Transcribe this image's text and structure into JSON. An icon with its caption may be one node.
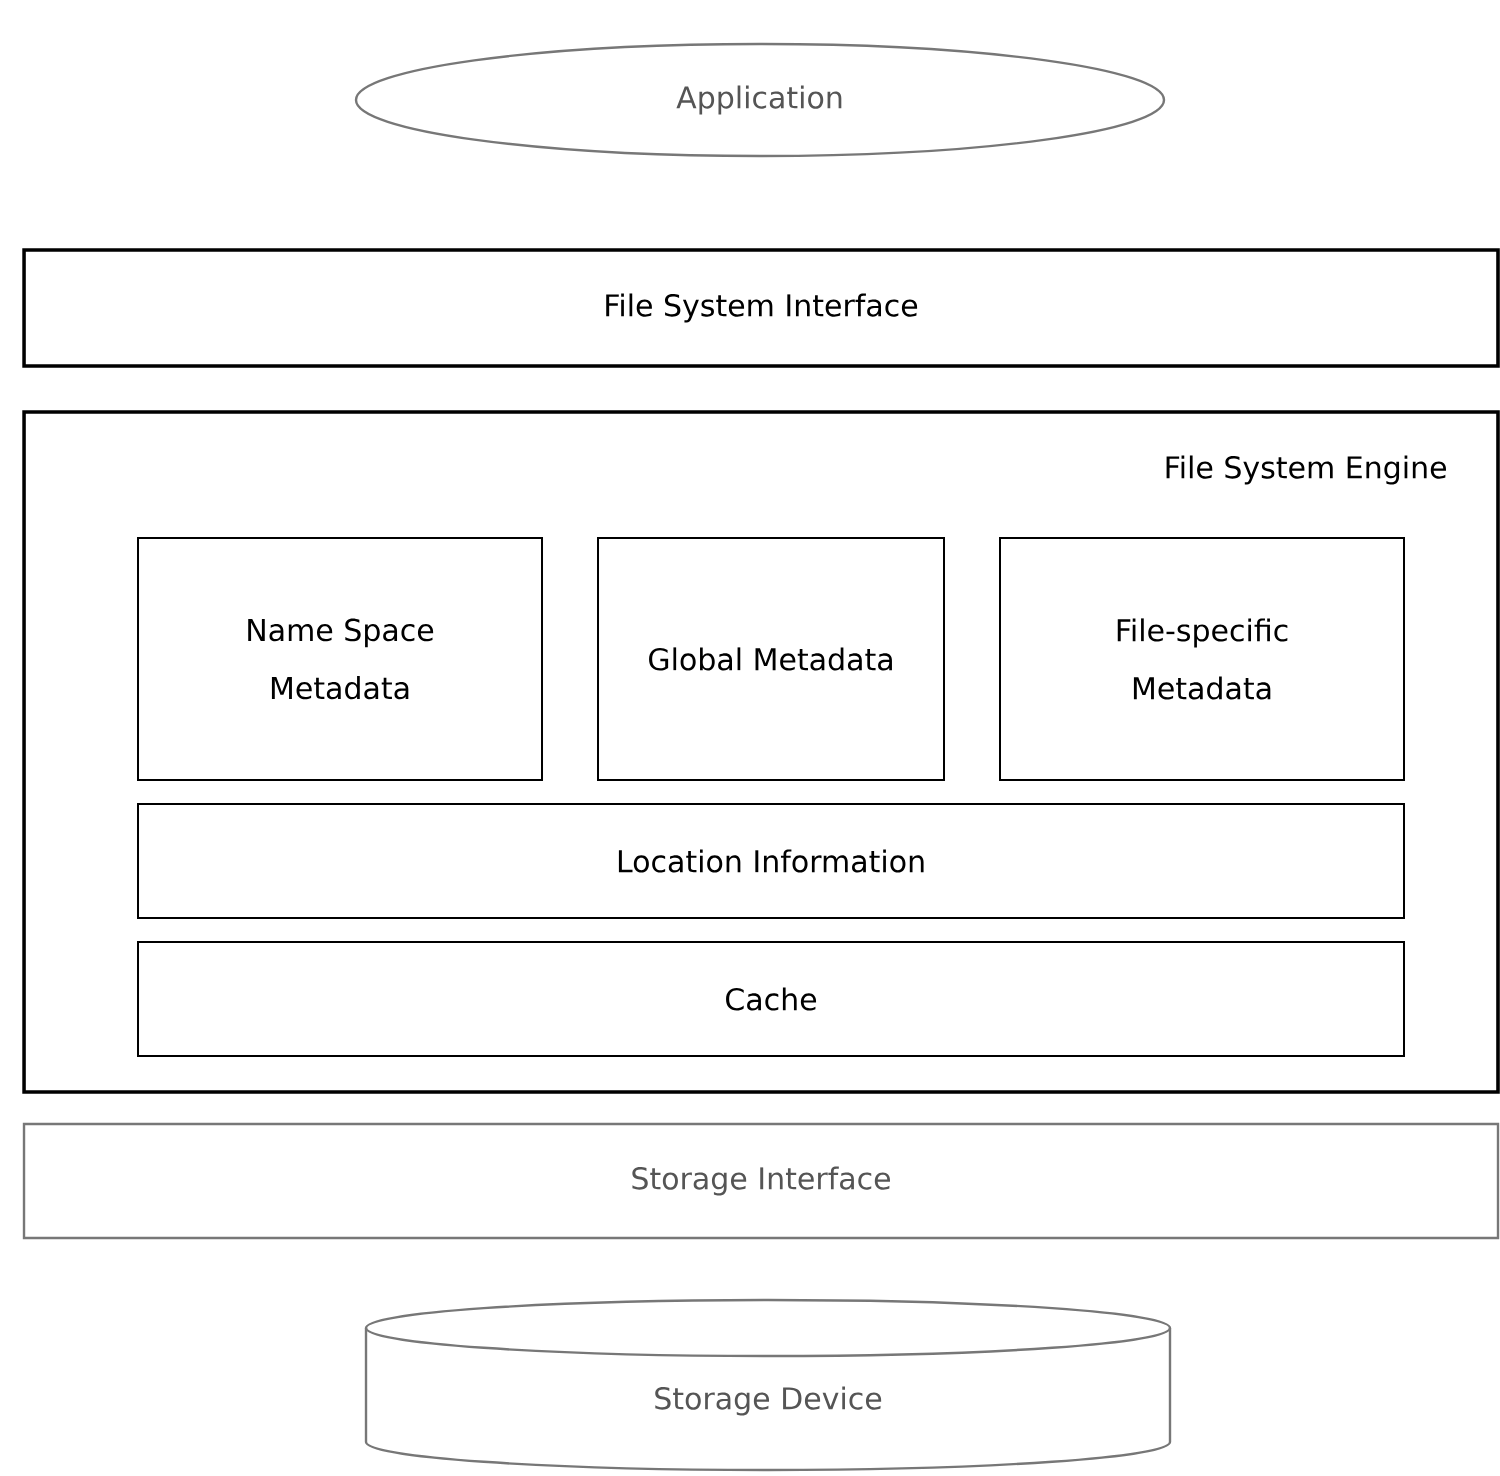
{
  "diagram": {
    "nodes": [
      {
        "text": [
          "Application"
        ]
      },
      {
        "text": [
          "File System Interface"
        ]
      },
      {
        "text": [
          "File System Engine"
        ]
      },
      {
        "text": [
          "Name Space Metadata"
        ],
        "in": 2
      },
      {
        "text": [
          "Global Metadata"
        ],
        "in": 2
      },
      {
        "text": [
          "File-specific Metadata"
        ],
        "in": 2
      },
      {
        "text": [
          "Location Information"
        ],
        "in": 2
      },
      {
        "text": [
          "Cache"
        ],
        "in": 2
      },
      {
        "text": [
          "Storage Interface"
        ]
      },
      {
        "text": [
          "Storage Device"
        ]
      }
    ]
  }
}
